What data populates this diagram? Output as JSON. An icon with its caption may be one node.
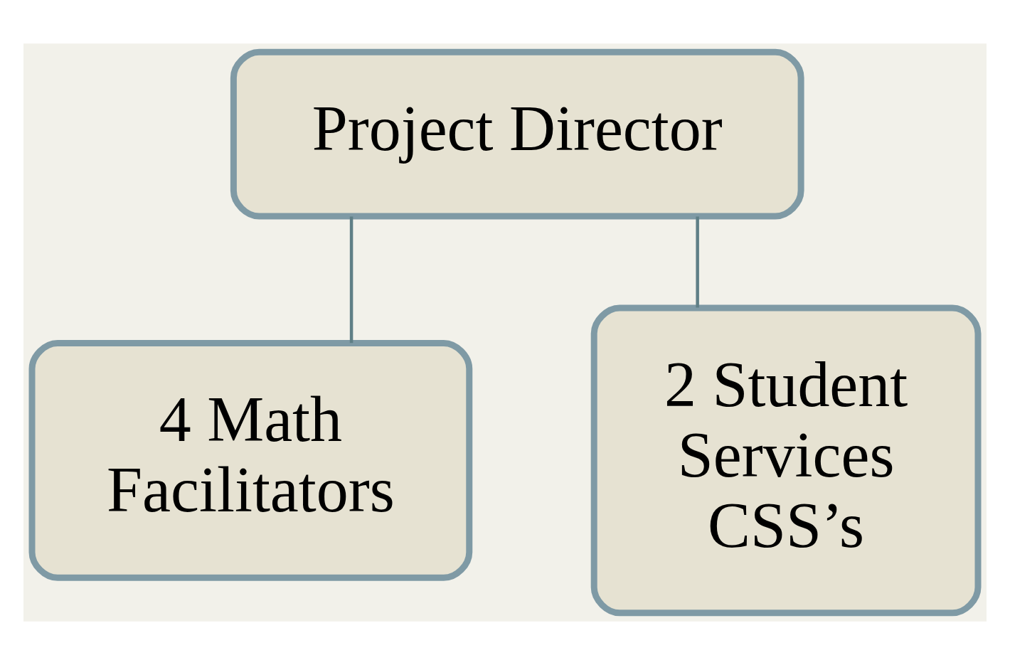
{
  "diagram": {
    "nodes": [
      {
        "text": [
          "Project Director"
        ]
      },
      {
        "text": [
          "4 Math Facilitators"
        ]
      },
      {
        "text": [
          "2 Student Services CSS’s"
        ]
      }
    ],
    "edges": [
      {
        "from": 0,
        "to": 1,
        "arrow": "none"
      },
      {
        "from": 0,
        "to": 2,
        "arrow": "none"
      }
    ]
  }
}
